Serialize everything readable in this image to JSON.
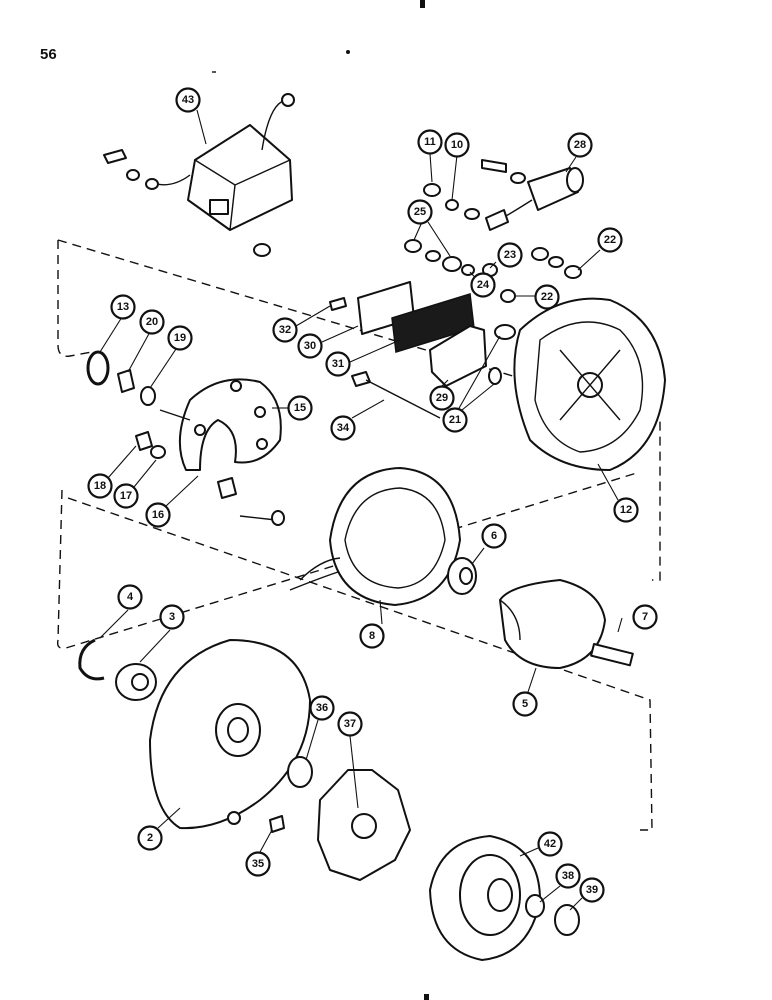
{
  "page_number": "56",
  "callouts": [
    "43",
    "11",
    "10",
    "28",
    "25",
    "22",
    "23",
    "24",
    "22",
    "32",
    "30",
    "31",
    "29",
    "13",
    "20",
    "19",
    "15",
    "34",
    "21",
    "12",
    "18",
    "17",
    "16",
    "6",
    "7",
    "8",
    "4",
    "3",
    "5",
    "36",
    "37",
    "2",
    "42",
    "38",
    "39",
    "35"
  ],
  "colors": {
    "ink": "#111111",
    "paper": "#ffffff"
  }
}
